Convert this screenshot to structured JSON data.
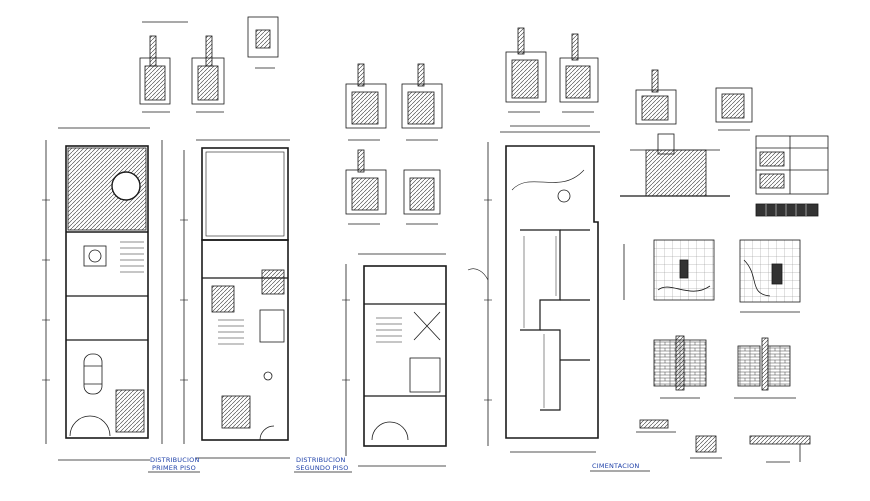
{
  "drawing": {
    "labels": {
      "plan_1_line1": "DISTRIBUCION",
      "plan_1_line2": "PRIMER PISO",
      "plan_2_line1": "DISTRIBUCION",
      "plan_2_line2": "SEGUNDO PISO",
      "plan_4": "CIMENTACION"
    },
    "colors": {
      "line": "#1a1a1a",
      "hatch": "#555555",
      "label_text": "#1d3fa8",
      "background": "#ffffff"
    }
  }
}
